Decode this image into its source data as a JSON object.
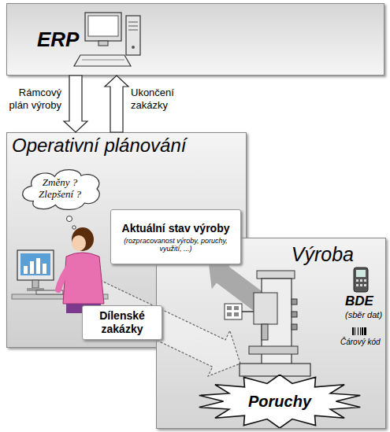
{
  "diagram": {
    "nodes": [
      {
        "text": [
          "ERP"
        ]
      },
      {
        "text": [
          "Operativní plánování"
        ]
      },
      {
        "text": [
          "Změny ? Zlepšení ?"
        ],
        "in": 1
      },
      {
        "text": [
          "Aktuální stav výroby",
          "(rozpracovanost výroby, poruchy, využití, ...)"
        ]
      },
      {
        "text": [
          "Výroba"
        ]
      },
      {
        "text": [
          "Poruchy"
        ],
        "in": 4
      }
    ],
    "edges": [
      {
        "from": 0,
        "to": 1,
        "label": "Rámcový plán výroby",
        "arrow": "to"
      },
      {
        "from": 1,
        "to": 0,
        "label": "Ukončení zakázky",
        "arrow": "to"
      },
      {
        "from": 4,
        "to": 3,
        "arrow": "to"
      },
      {
        "from": 1,
        "to": 4,
        "label": "Dílenské zakázky",
        "arrow": "to"
      }
    ],
    "labels": [
      "BDE",
      "(sběr dat)",
      "Čárový kód"
    ]
  }
}
